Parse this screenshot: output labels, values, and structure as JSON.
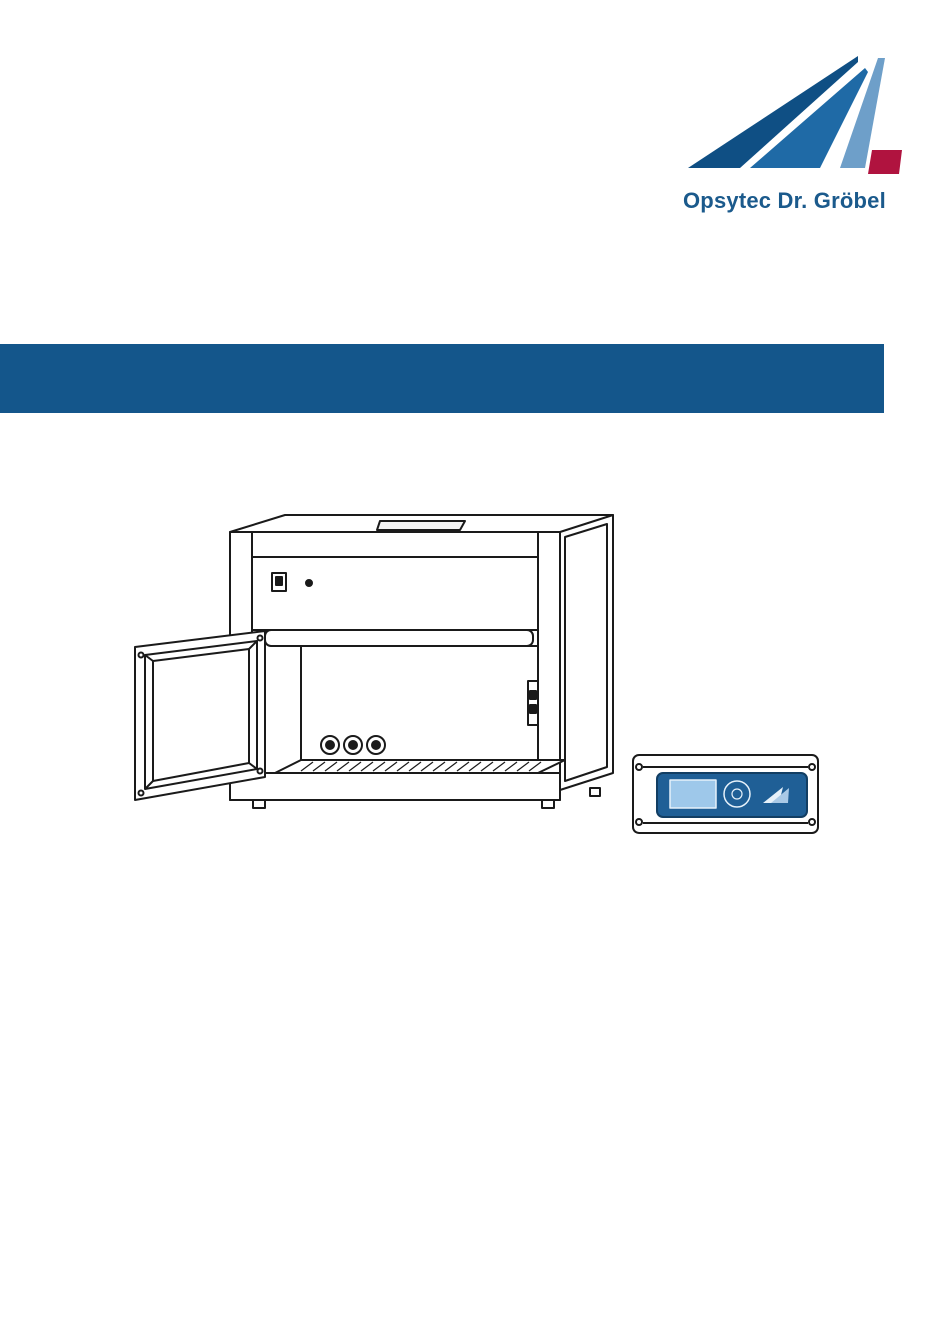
{
  "logo": {
    "icon": "opsytec-stripes-logo",
    "brand_name": "Opsytec Dr. Gröbel",
    "colors": {
      "dark_blue": "#0f4f84",
      "mid_blue": "#2a76b0",
      "light_blue": "#6e9fc9",
      "accent_red": "#b0133f"
    }
  },
  "band": {
    "color": "#14568b"
  },
  "illustration": {
    "cabinet": "uv-irradiation-chamber-illustration",
    "controller": "controller-unit-illustration"
  }
}
